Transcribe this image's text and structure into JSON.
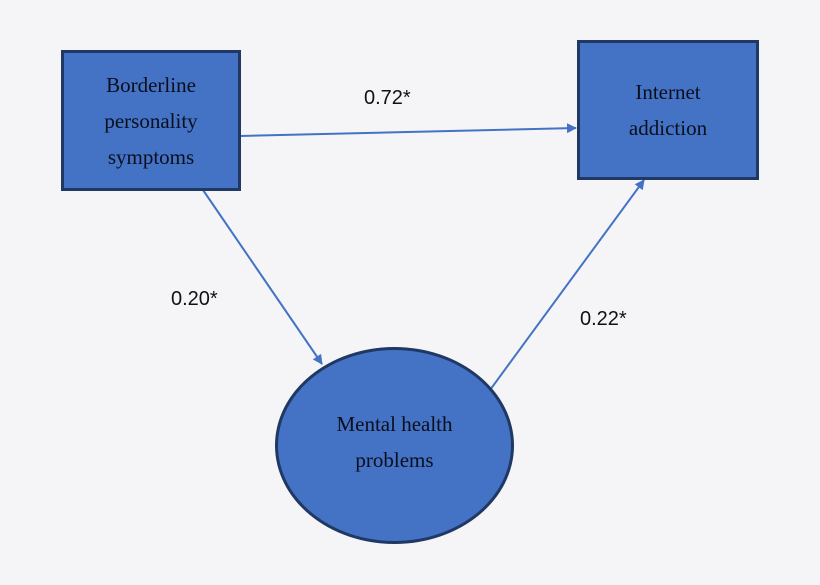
{
  "colors": {
    "background": "#f5f5f7",
    "node_fill": "#4472c4",
    "node_border": "#1f3864",
    "arrow": "#4472c4"
  },
  "nodes": {
    "borderline": {
      "lines": [
        "Borderline",
        "personality",
        "symptoms"
      ],
      "shape": "rectangle"
    },
    "internet": {
      "lines": [
        "Internet",
        "addiction"
      ],
      "shape": "rectangle"
    },
    "mental": {
      "lines": [
        "Mental health",
        "problems"
      ],
      "shape": "ellipse"
    }
  },
  "edges": [
    {
      "from": "Borderline personality symptoms",
      "to": "Internet addiction",
      "coefficient": "0.72*"
    },
    {
      "from": "Borderline personality symptoms",
      "to": "Mental health problems",
      "coefficient": "0.20*"
    },
    {
      "from": "Mental health problems",
      "to": "Internet addiction",
      "coefficient": "0.22*"
    }
  ]
}
